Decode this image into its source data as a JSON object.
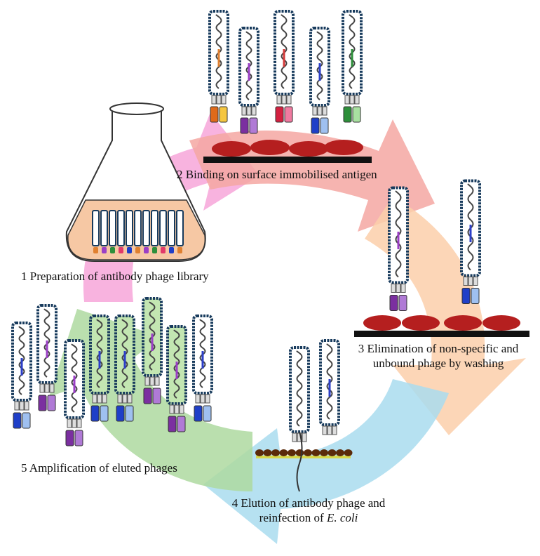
{
  "steps": {
    "step1": {
      "label": "1 Preparation of antibody phage library"
    },
    "step2": {
      "label": "2 Binding on surface immobilised antigen"
    },
    "step3": {
      "line1": "3 Elimination of non-specific and",
      "line2": "unbound phage by washing"
    },
    "step4": {
      "line1": "4 Elution of antibody phage and",
      "line2_prefix": "reinfection of ",
      "line2_italic": "E. coli"
    },
    "step5": {
      "label": "5 Amplification of eluted phages"
    }
  },
  "colors": {
    "arrow_pink": "#f7a6d9",
    "arrow_salmon": "#f4a7a2",
    "arrow_peach": "#fbcfaa",
    "arrow_blue": "#a9dcef",
    "arrow_green": "#aed9a0",
    "phage_outline": "#173a5c",
    "antigen": "#b51f1f",
    "surface": "#111111",
    "flask_liquid": "#f6c8a4",
    "ecoli": "#5a2a0a"
  },
  "icons": [
    "flask-icon",
    "phage-icon",
    "antigen-icon",
    "ecoli-membrane-icon",
    "cycle-arrow-icon"
  ]
}
